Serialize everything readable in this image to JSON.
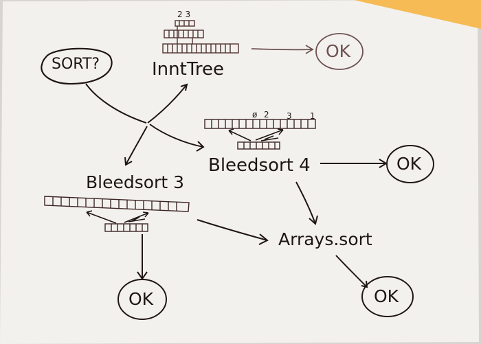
{
  "nodes": {
    "sort_question": "SORT?",
    "innt_tree": "InntTree",
    "bleedsort4": "Bleedsort 4",
    "bleedsort3": "Bleedsort 3",
    "arrays_sort": "Arrays.sort",
    "ok_label": "OK"
  },
  "annotations": {
    "innt_tree_marks": "2 3",
    "bleedsort4_marks": [
      "ø",
      "2",
      "3",
      "1"
    ]
  },
  "colors": {
    "paper": "#f3f1ed",
    "ink": "#1f1614",
    "faded_ink": "#6c5150",
    "highlight": "#f6bb55"
  }
}
